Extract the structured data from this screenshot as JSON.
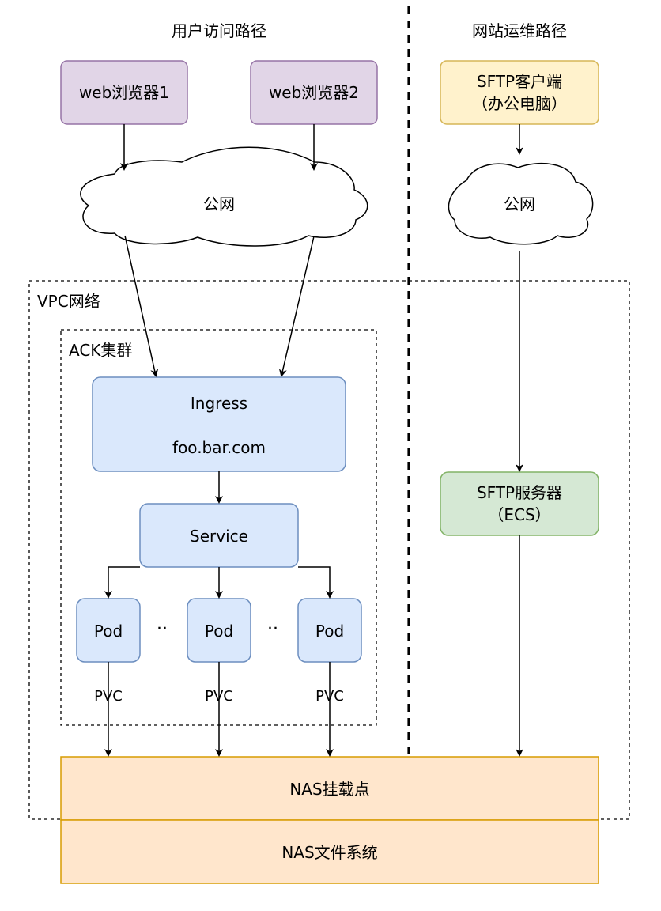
{
  "sections": {
    "user_path_title": "用户访问路径",
    "ops_path_title": "网站运维路径"
  },
  "containers": {
    "vpc_label": "VPC网络",
    "ack_label": "ACK集群"
  },
  "nodes": {
    "browser1": "web浏览器1",
    "browser2": "web浏览器2",
    "sftp_client_line1": "SFTP客户端",
    "sftp_client_line2": "（办公电脑）",
    "public_net_left": "公网",
    "public_net_right": "公网",
    "ingress_line1": "Ingress",
    "ingress_line2": "foo.bar.com",
    "service": "Service",
    "pod1": "Pod",
    "pod2": "Pod",
    "pod3": "Pod",
    "pod_ellipsis_1": "··",
    "pod_ellipsis_2": "··",
    "pvc1": "PVC",
    "pvc2": "PVC",
    "pvc3": "PVC",
    "sftp_server_line1": "SFTP服务器",
    "sftp_server_line2": "（ECS）",
    "nas_mount": "NAS挂载点",
    "nas_fs": "NAS文件系统"
  },
  "colors": {
    "browser_fill": "#e1d5e7",
    "browser_stroke": "#9673a6",
    "sftp_client_fill": "#fff2cc",
    "sftp_client_stroke": "#d6b656",
    "k8s_fill": "#dae8fc",
    "k8s_stroke": "#6c8ebf",
    "sftp_server_fill": "#d5e8d4",
    "sftp_server_stroke": "#82b366",
    "nas_fill": "#ffe6cc",
    "nas_stroke": "#d79b00",
    "line": "#000000"
  }
}
